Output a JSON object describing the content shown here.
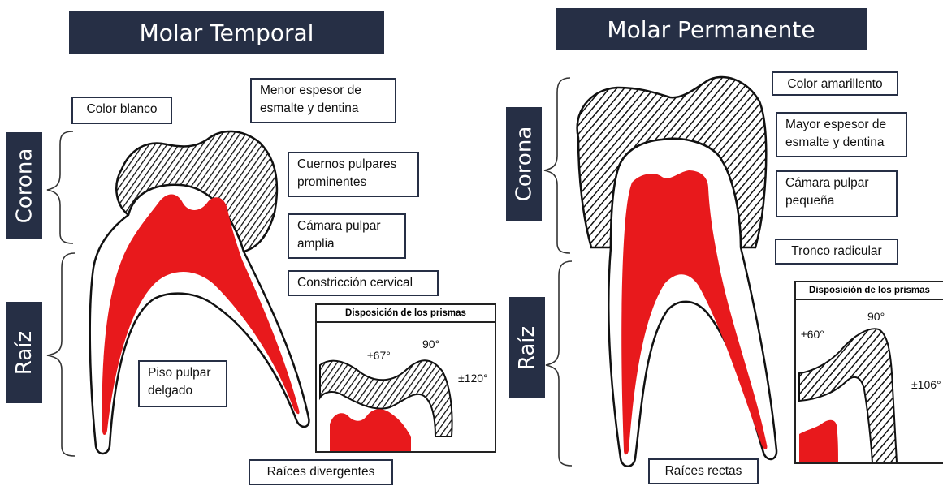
{
  "left": {
    "title": "Molar Temporal",
    "corona_label": "Corona",
    "raiz_label": "Raíz",
    "notes": {
      "color": "Color blanco",
      "espesor_1": "Menor espesor de",
      "espesor_2": "esmalte y dentina",
      "cuernos_1": "Cuernos pulpares",
      "cuernos_2": "prominentes",
      "camara_1": "Cámara pulpar",
      "camara_2": "amplia",
      "constriccion": "Constricción cervical",
      "piso_1": "Piso pulpar",
      "piso_2": "delgado",
      "raices": "Raíces divergentes"
    },
    "inset": {
      "title": "Disposición de los prismas",
      "angles": [
        "±67°",
        "90°",
        "±120°"
      ]
    }
  },
  "right": {
    "title": "Molar Permanente",
    "corona_label": "Corona",
    "raiz_label": "Raíz",
    "notes": {
      "color": "Color amarillento",
      "espesor_1": "Mayor espesor de",
      "espesor_2": "esmalte y dentina",
      "camara_1": "Cámara pulpar",
      "camara_2": "pequeña",
      "tronco": "Tronco radicular",
      "raices": "Raíces rectas"
    },
    "inset": {
      "title": "Disposición de los prismas",
      "angles": [
        "±60°",
        "90°",
        "±106°"
      ]
    }
  },
  "colors": {
    "navy": "#262f45",
    "pulp": "#e8191c",
    "enamel": "#1a1a1a"
  }
}
